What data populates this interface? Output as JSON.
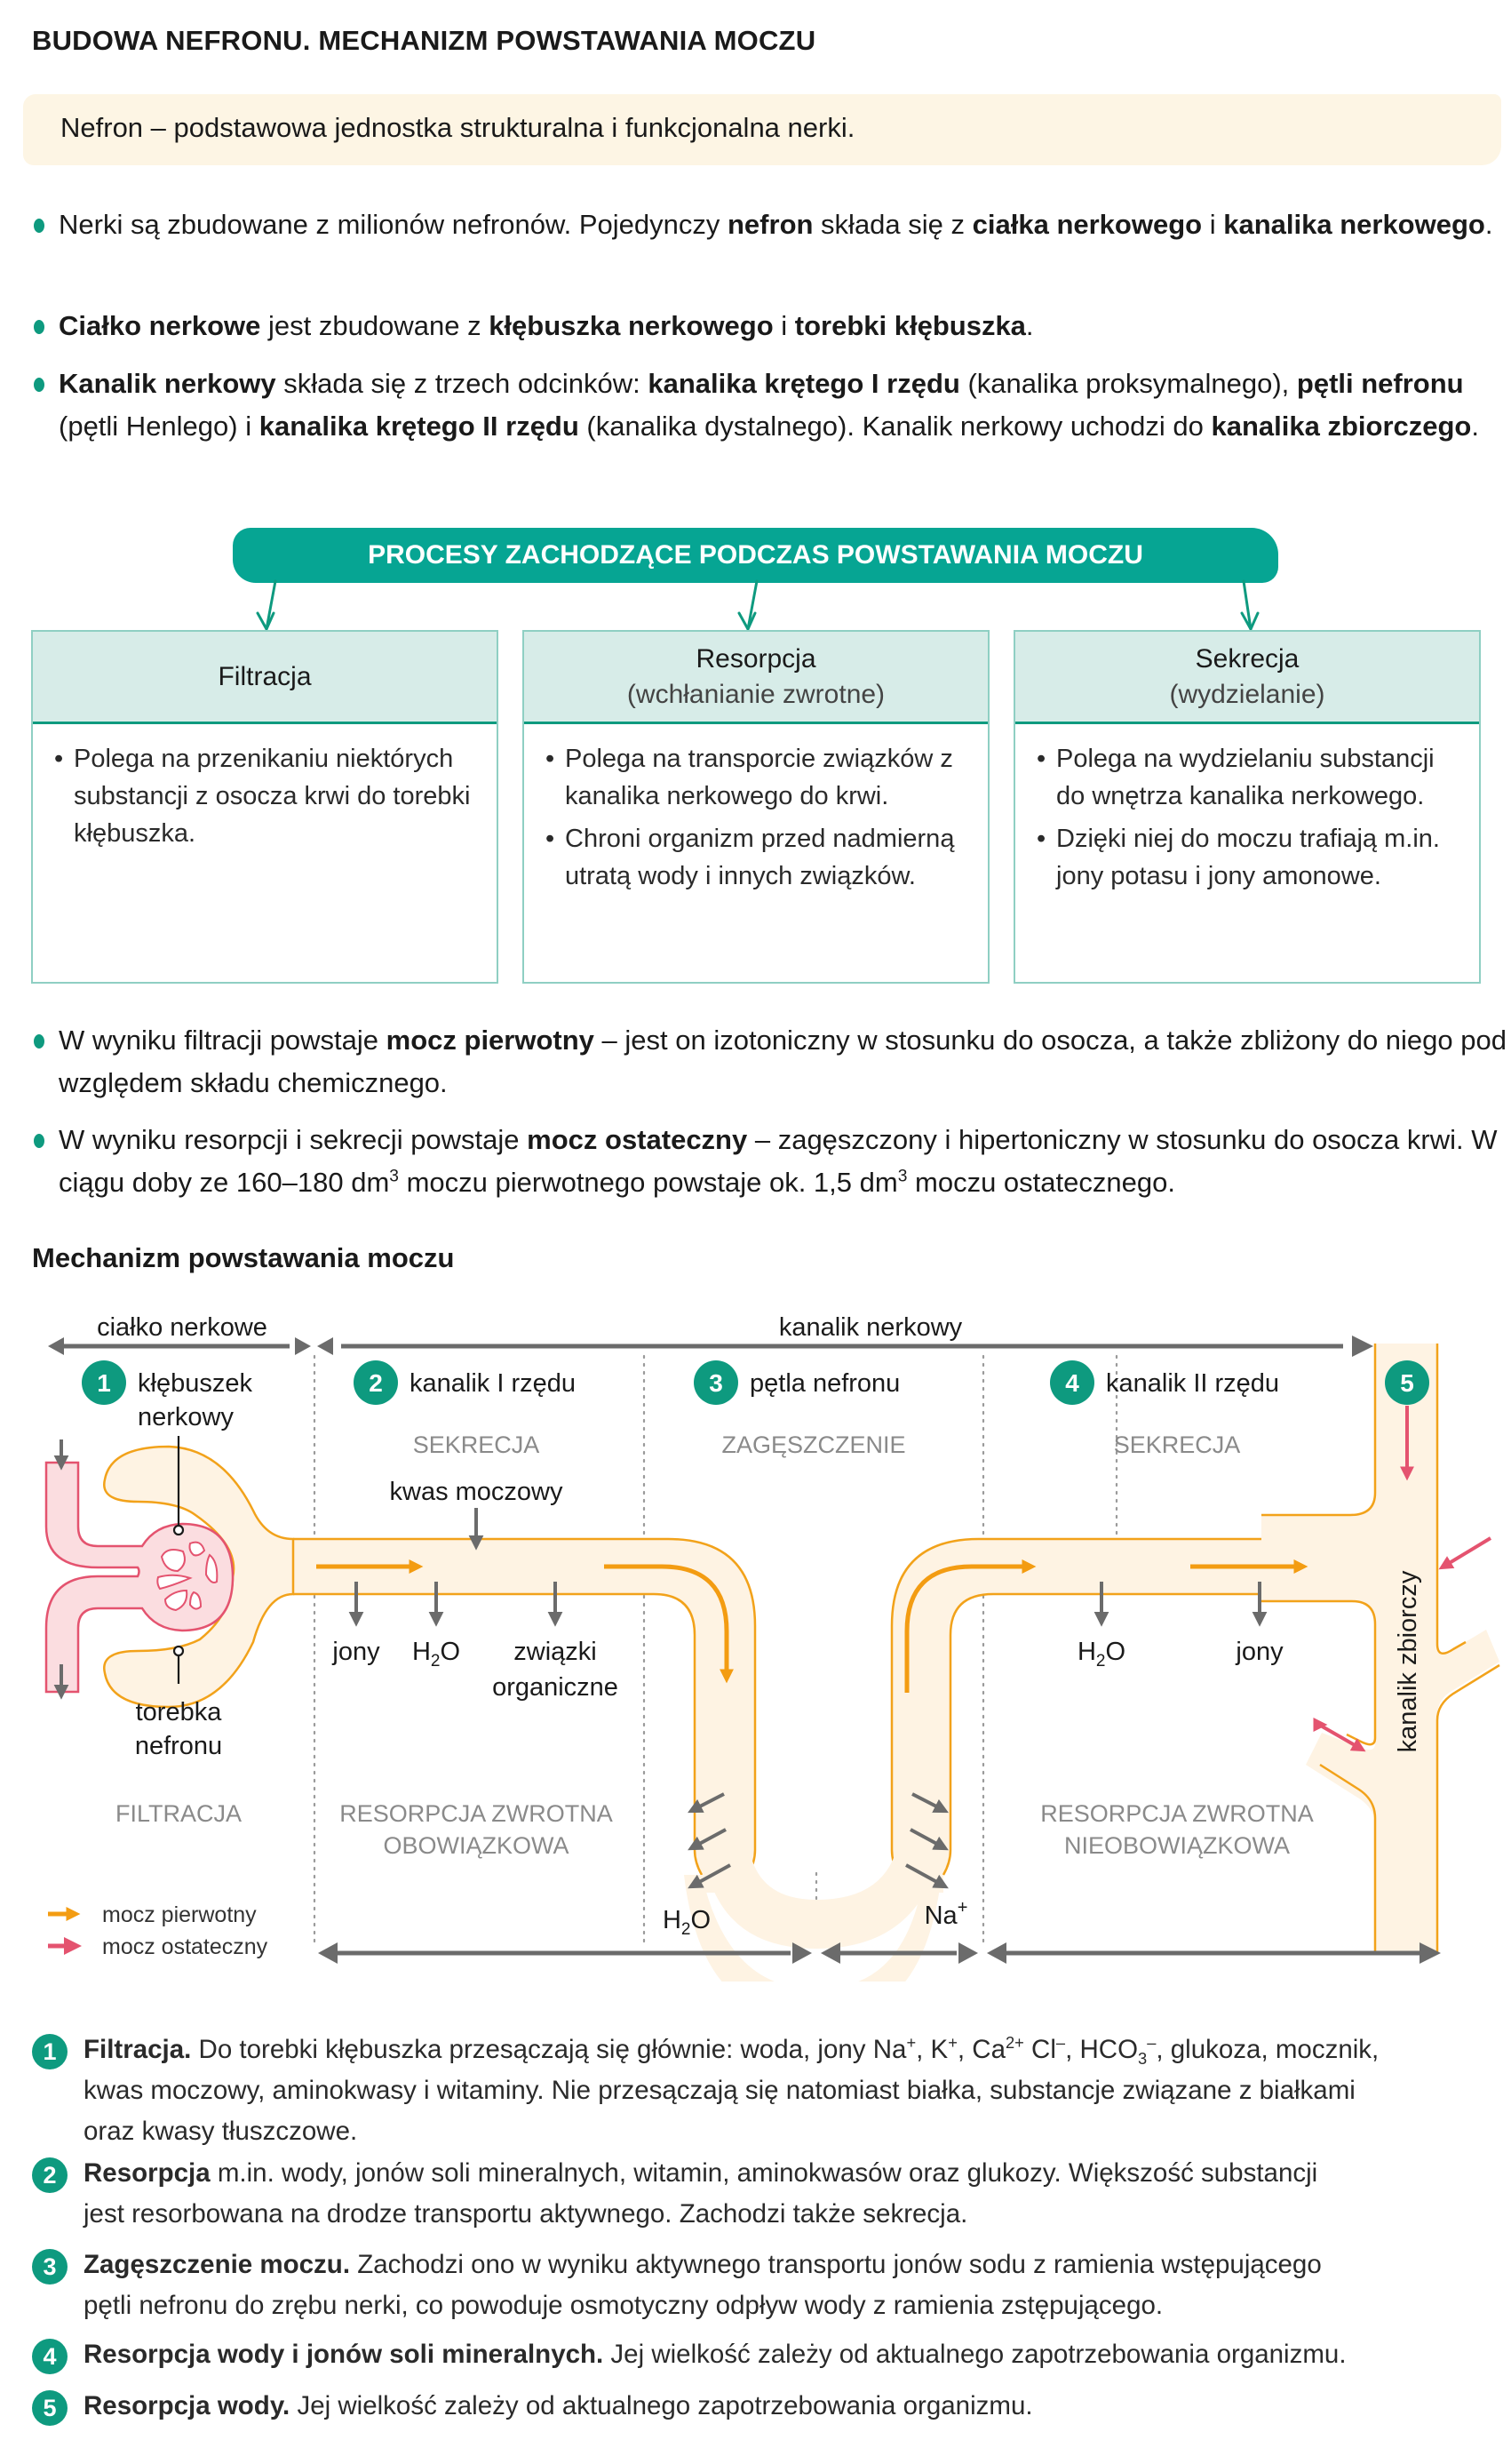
{
  "header": {
    "title": "BUDOWA NEFRONU. MECHANIZM POWSTAWANIA MOCZU"
  },
  "definition": {
    "term": "Nefron",
    "text": " – podstawowa jednostka strukturalna i funkcjonalna nerki."
  },
  "intro_bullets": [
    [
      {
        "t": "Nerki są zbudowane z milionów nefronów. Pojedynczy "
      },
      {
        "t": "nefron",
        "b": true
      },
      {
        "t": " składa się z "
      },
      {
        "t": "ciałka nerkowego",
        "b": true
      },
      {
        "t": " i "
      },
      {
        "t": "kanalika nerkowego",
        "b": true
      },
      {
        "t": "."
      }
    ],
    [
      {
        "t": "Ciałko nerkowe",
        "b": true
      },
      {
        "t": " jest zbudowane z "
      },
      {
        "t": "kłębuszka nerkowego",
        "b": true
      },
      {
        "t": " i "
      },
      {
        "t": "torebki kłębuszka",
        "b": true
      },
      {
        "t": "."
      }
    ],
    [
      {
        "t": "Kanalik nerkowy",
        "b": true
      },
      {
        "t": " składa się z trzech odcinków: "
      },
      {
        "t": "kanalika krętego I rzędu",
        "b": true
      },
      {
        "t": " (kanalika proksymalnego), "
      },
      {
        "t": "pętli nefronu",
        "b": true
      },
      {
        "t": " (pętli Henlego) i "
      },
      {
        "t": "kanalika krętego II rzędu",
        "b": true
      },
      {
        "t": " (kanalika dystalnego). Kanalik nerkowy uchodzi do "
      },
      {
        "t": "kanalika zbiorczego",
        "b": true
      },
      {
        "t": "."
      }
    ]
  ],
  "processes": {
    "banner": "PROCESY ZACHODZĄCE PODCZAS POWSTAWANIA MOCZU",
    "boxes": [
      {
        "title": "Filtracja",
        "subtitle": "",
        "items": [
          "Polega na przenikaniu niektórych substancji z osocza krwi do torebki kłębuszka."
        ]
      },
      {
        "title": "Resorpcja",
        "subtitle": "(wchłanianie zwrotne)",
        "items": [
          "Polega na transporcie związków z kanalika nerkowego do krwi.",
          "Chroni organizm przed nadmierną utratą wody i innych związków."
        ]
      },
      {
        "title": "Sekrecja",
        "subtitle": "(wydzielanie)",
        "items": [
          "Polega na wydzielaniu substancji do wnętrza kanalika nerkowego.",
          "Dzięki niej do moczu trafiają m.in. jony potasu i jony amonowe."
        ]
      }
    ]
  },
  "urine_bullets": [
    [
      {
        "t": "W wyniku filtracji powstaje "
      },
      {
        "t": "mocz pierwotny",
        "b": true
      },
      {
        "t": " – jest on izotoniczny w stosunku do osocza, a także zbliżony do niego pod względem składu chemicznego."
      }
    ],
    [
      {
        "t": "W wyniku resorpcji i sekrecji powstaje "
      },
      {
        "t": "mocz ostateczny",
        "b": true
      },
      {
        "t": " – zagęszczony i hipertoniczny w stosunku do osocza krwi. W ciągu doby ze 160–180 dm"
      },
      {
        "t": "3",
        "sup": true
      },
      {
        "t": " moczu pierwotnego powstaje ok. 1,5 dm"
      },
      {
        "t": "3",
        "sup": true
      },
      {
        "t": " moczu ostatecznego."
      }
    ]
  ],
  "mechanism": {
    "title": "Mechanizm powstawania moczu",
    "span_labels": {
      "corpuscle": "ciałko nerkowe",
      "tubule": "kanalik nerkowy"
    },
    "segments": [
      {
        "num": "1",
        "label_lines": [
          "kłębuszek",
          "nerkowy"
        ]
      },
      {
        "num": "2",
        "label_lines": [
          "kanalik I rzędu"
        ]
      },
      {
        "num": "3",
        "label_lines": [
          "pętla nefronu"
        ]
      },
      {
        "num": "4",
        "label_lines": [
          "kanalik II rzędu"
        ]
      },
      {
        "num": "5",
        "label_lines": []
      }
    ],
    "process_labels": {
      "seg2_top": "SEKRECJA",
      "seg3_top": "ZAGĘSZCZENIE",
      "seg4_top": "SEKRECJA",
      "seg1_bottom": "FILTRACJA",
      "seg2_bottom": [
        "RESORPCJA ZWROTNA",
        "OBOWIĄZKOWA"
      ],
      "seg4_bottom": [
        "RESORPCJA ZWROTNA",
        "NIEOBOWIĄZKOWA"
      ]
    },
    "substances": {
      "uric_acid": "kwas moczowy",
      "ions": "jony",
      "water_base": "H",
      "water_sub": "2",
      "water_tail": "O",
      "organic": [
        "związki",
        "organiczne"
      ],
      "sodium_base": "Na",
      "sodium_sup": "+"
    },
    "structure_labels": {
      "capsule": [
        "torebka",
        "nefronu"
      ],
      "collecting_duct": "kanalik zbiorczy"
    },
    "legend": [
      {
        "label": "mocz pierwotny",
        "color": "#f39c12"
      },
      {
        "label": "mocz ostateczny",
        "color": "#e4536f"
      }
    ],
    "colors": {
      "tubule_fill": "#fef3e3",
      "tubule_stroke": "#f2a21a",
      "blood_fill": "#fbdde0",
      "blood_stroke": "#e4536f",
      "arrow_gray": "#6b6b6b",
      "accent": "#0e9a7f"
    }
  },
  "steps": [
    {
      "num": "1",
      "lines": [
        [
          {
            "t": "Filtracja.",
            "b": true
          },
          {
            "t": " Do torebki kłębuszka przesączają się głównie: woda, jony Na"
          },
          {
            "t": "+",
            "sup": true
          },
          {
            "t": ", K"
          },
          {
            "t": "+",
            "sup": true
          },
          {
            "t": ", Ca"
          },
          {
            "t": "2+",
            "sup": true
          },
          {
            "t": " Cl"
          },
          {
            "t": "–",
            "sup": true
          },
          {
            "t": ", HCO"
          },
          {
            "t": "3",
            "sub": true
          },
          {
            "t": "–",
            "sup": true
          },
          {
            "t": ", glukoza, mocznik,"
          }
        ],
        [
          {
            "t": "kwas moczowy, aminokwasy i witaminy. Nie przesączają się natomiast białka, substancje związane z białkami"
          }
        ],
        [
          {
            "t": "oraz kwasy tłuszczowe."
          }
        ]
      ]
    },
    {
      "num": "2",
      "lines": [
        [
          {
            "t": "Resorpcja",
            "b": true
          },
          {
            "t": " m.in. wody, jonów soli mineralnych, witamin, aminokwasów oraz glukozy. Większość substancji"
          }
        ],
        [
          {
            "t": "jest resorbowana na drodze transportu aktywnego. Zachodzi także sekrecja."
          }
        ]
      ]
    },
    {
      "num": "3",
      "lines": [
        [
          {
            "t": "Zagęszczenie moczu.",
            "b": true
          },
          {
            "t": " Zachodzi ono w wyniku aktywnego transportu jonów sodu z ramienia wstępującego"
          }
        ],
        [
          {
            "t": "pętli nefronu do zrębu nerki, co powoduje osmotyczny odpływ wody z ramienia zstępującego."
          }
        ]
      ]
    },
    {
      "num": "4",
      "lines": [
        [
          {
            "t": "Resorpcja wody i jonów soli mineralnych.",
            "b": true
          },
          {
            "t": " Jej wielkość zależy od aktualnego zapotrzebowania organizmu."
          }
        ]
      ]
    },
    {
      "num": "5",
      "lines": [
        [
          {
            "t": "Resorpcja wody.",
            "b": true
          },
          {
            "t": " Jej wielkość zależy od aktualnego zapotrzebowania organizmu."
          }
        ]
      ]
    }
  ]
}
